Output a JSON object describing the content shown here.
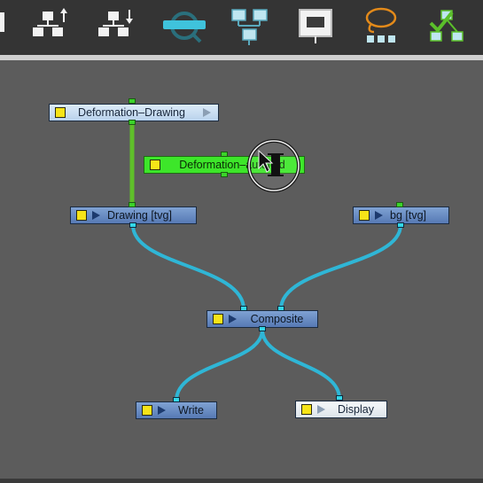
{
  "toolbar": {
    "buttons": [
      {
        "name": "move-up-icon"
      },
      {
        "name": "move-down-icon"
      },
      {
        "name": "search-nodes-icon"
      },
      {
        "name": "group-nodes-icon"
      },
      {
        "name": "display-icon"
      },
      {
        "name": "lasso-select-icon"
      },
      {
        "name": "check-nodes-icon"
      }
    ]
  },
  "nodes": {
    "deformation_drawing": {
      "label": "Deformation–Drawing"
    },
    "deformation_autofold": {
      "label": "Deformation–autofold"
    },
    "drawing": {
      "label": "Drawing  [tvg]"
    },
    "bg": {
      "label": "bg  [tvg]"
    },
    "composite": {
      "label": "Composite"
    },
    "write": {
      "label": "Write"
    },
    "display": {
      "label": "Display"
    }
  },
  "colors": {
    "canvas": "#5c5c5c",
    "node_blue": "#6a8dc4",
    "node_light": "#c9def2",
    "node_green": "#3de62a",
    "wire_cyan": "#2fb6d6",
    "wire_green": "#5fbf2a",
    "icon_cyan": "#3fc3dc",
    "icon_orange": "#e38a1a",
    "icon_green": "#5bbf2a"
  }
}
